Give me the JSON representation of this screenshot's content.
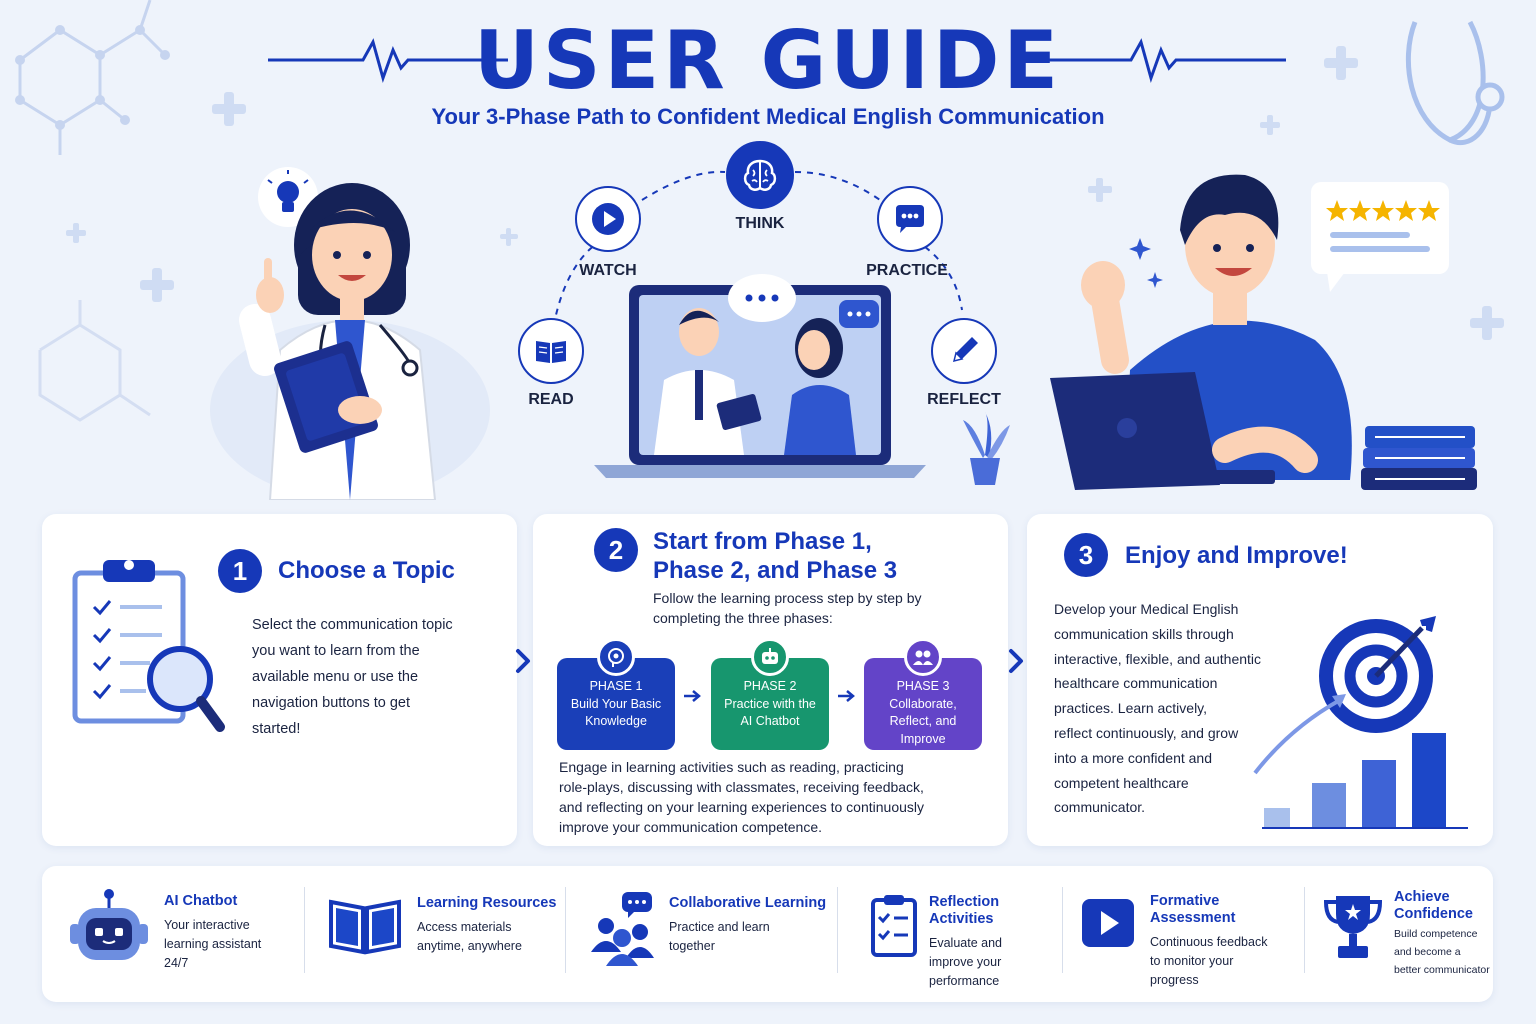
{
  "header": {
    "title": "USER GUIDE",
    "subtitle": "Your 3-Phase Path to Confident Medical English Communication"
  },
  "cycle": {
    "think": "THINK",
    "watch": "WATCH",
    "practice": "PRACTICE",
    "read": "READ",
    "reflect": "REFLECT"
  },
  "colors": {
    "primary": "#1638b8",
    "phase1": "#1a3fb8",
    "phase2": "#17966e",
    "phase3": "#6344c8",
    "star": "#f5b400"
  },
  "steps": {
    "one": {
      "number": "1",
      "title": "Choose a Topic",
      "lines": [
        "Select the communication topic",
        "you want to learn from the",
        "available menu or use the",
        "navigation buttons to get",
        "started!"
      ]
    },
    "two": {
      "number": "2",
      "title_line1": "Start from Phase 1,",
      "title_line2": "Phase 2, and Phase 3",
      "intro_line1": "Follow the learning process step by step by",
      "intro_line2": "completing the three phases:",
      "phases": [
        {
          "label": "PHASE 1",
          "line1": "Build Your Basic",
          "line2": "Knowledge",
          "line3": ""
        },
        {
          "label": "PHASE 2",
          "line1": "Practice with the",
          "line2": "AI Chatbot",
          "line3": ""
        },
        {
          "label": "PHASE 3",
          "line1": "Collaborate,",
          "line2": "Reflect, and",
          "line3": "Improve"
        }
      ],
      "outro_lines": [
        "Engage in learning activities such as reading, practicing",
        "role-plays, discussing with classmates, receiving feedback,",
        "and reflecting on your learning experiences to continuously",
        "improve your communication competence."
      ]
    },
    "three": {
      "number": "3",
      "title": "Enjoy and Improve!",
      "lines": [
        "Develop your Medical English",
        "communication skills through",
        "interactive, flexible, and authentic",
        "healthcare communication",
        "practices. Learn actively,",
        "reflect continuously, and grow",
        "into a more confident and",
        "competent healthcare",
        "communicator."
      ]
    }
  },
  "features": [
    {
      "title": "AI Chatbot",
      "title2": "",
      "lines": [
        "Your interactive",
        "learning assistant",
        "24/7"
      ],
      "icon": "robot-icon"
    },
    {
      "title": "Learning Resources",
      "title2": "",
      "lines": [
        "Access materials",
        "anytime, anywhere"
      ],
      "icon": "book-icon"
    },
    {
      "title": "Collaborative Learning",
      "title2": "",
      "lines": [
        "Practice and learn",
        "together"
      ],
      "icon": "people-chat-icon"
    },
    {
      "title": "Reflection Activities",
      "title2": "",
      "lines": [
        "Evaluate and",
        "improve your",
        "performance"
      ],
      "icon": "checklist-icon"
    },
    {
      "title": "Formative Assessment",
      "title2": "",
      "lines": [
        "Continuous feedback",
        "to monitor your",
        "progress"
      ],
      "icon": "play-icon"
    },
    {
      "title": "Achieve",
      "title2": "Confidence",
      "lines": [
        "Build competence",
        "and become a",
        "better communicator"
      ],
      "icon": "trophy-icon"
    }
  ]
}
